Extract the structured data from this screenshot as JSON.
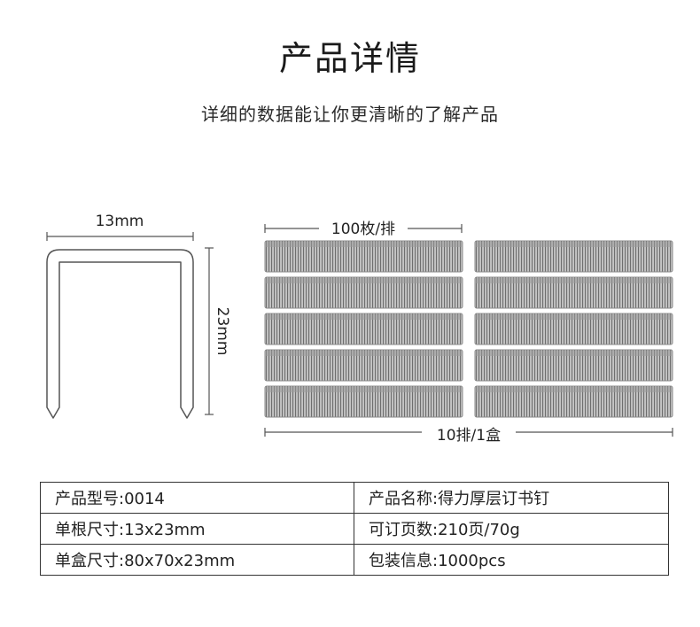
{
  "header": {
    "title": "产品详情",
    "subtitle": "详细的数据能让你更清晰的了解产品"
  },
  "dimensions": {
    "width_label": "13mm",
    "height_label": "23mm",
    "per_row_label": "100枚/排",
    "per_box_label": "10排/1盒"
  },
  "specs": {
    "rows": [
      {
        "left": "产品型号:0014",
        "right": "产品名称:得力厚层订书钉"
      },
      {
        "left": "单根尺寸:13x23mm",
        "right": "可订页数:210页/70g"
      },
      {
        "left": "单盒尺寸:80x70x23mm",
        "right": "包装信息:1000pcs"
      }
    ]
  },
  "colors": {
    "stroke": "#555555",
    "strip_fill": "#bdbdbd",
    "strip_line": "#6a6a6a",
    "table_border": "#333333"
  }
}
